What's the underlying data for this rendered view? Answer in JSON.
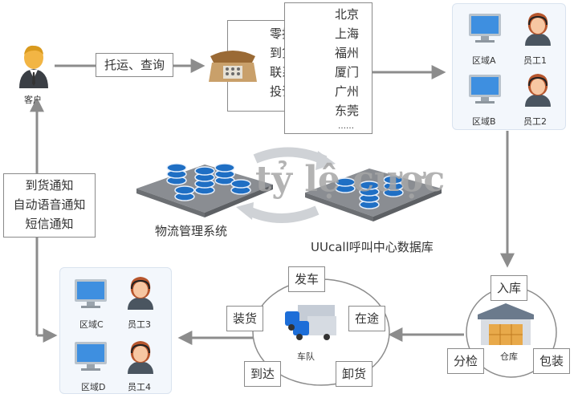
{
  "customer": {
    "label": "客户"
  },
  "consult_label": "托运、查询",
  "services": [
    "零担托单",
    "到货查询",
    "联系客服",
    "投诉建议"
  ],
  "services_more": "……",
  "cities": [
    "北京",
    "上海",
    "福州",
    "厦门",
    "广州",
    "东莞"
  ],
  "cities_more": "……",
  "notify": [
    "到货通知",
    "自动语音通知",
    "短信通知"
  ],
  "top_right": {
    "area_a": "区域A",
    "staff_1": "员工1",
    "area_b": "区域B",
    "staff_2": "员工2"
  },
  "bottom_left": {
    "area_c": "区域C",
    "staff_3": "员工3",
    "area_d": "区域D",
    "staff_4": "员工4"
  },
  "logistics_system": "物流管理系统",
  "uucall_db": "UUcall呼叫中心数据库",
  "watermark": "tỷ lệ cược",
  "warehouse": {
    "inbound": "入库",
    "label": "仓库",
    "sort": "分检",
    "pack": "包装"
  },
  "fleet": {
    "depart": "发车",
    "loading": "装货",
    "transit": "在途",
    "label": "车队",
    "arrive": "到达",
    "unload": "卸货"
  },
  "colors": {
    "arrow": "#8c8c8c",
    "db_blue": "#1f6fc4",
    "platform": "#8a8d92",
    "panel": "#f3f7fc"
  }
}
